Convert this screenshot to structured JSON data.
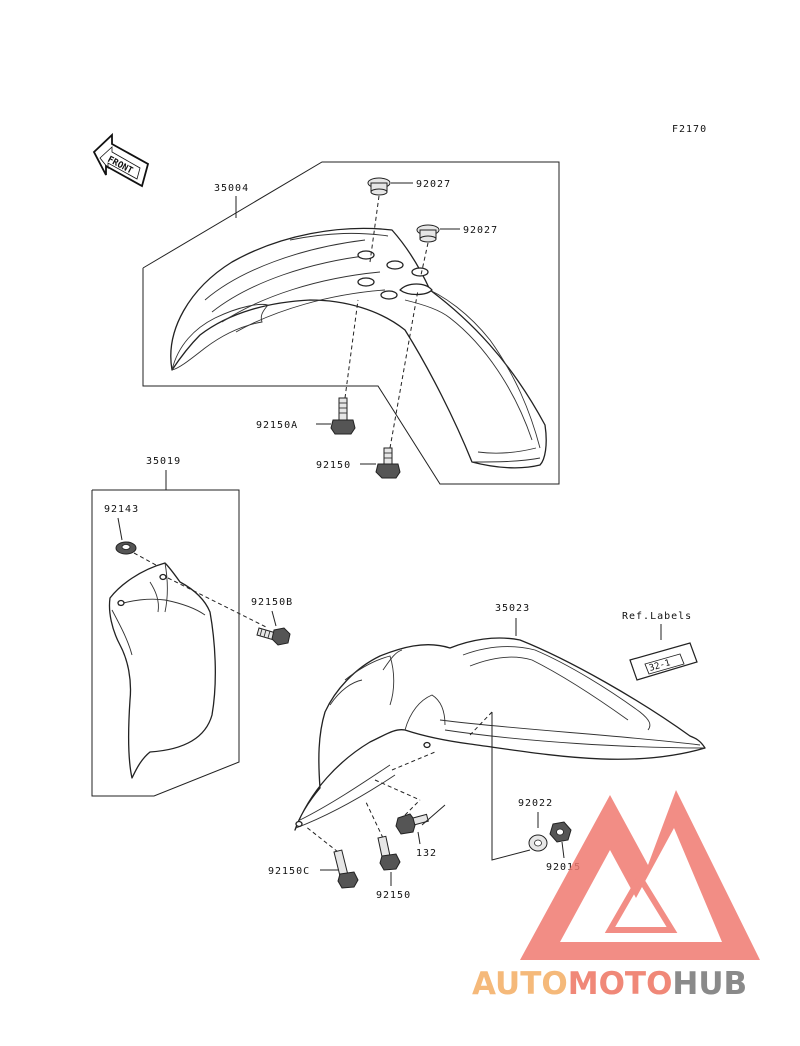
{
  "diagram": {
    "code": "F2170",
    "front_label": "FRONT",
    "ref_labels": "Ref.Labels",
    "ref_label_code": "32-1"
  },
  "parts": {
    "front_fender": "35004",
    "front_grommet_1": "92027",
    "front_grommet_2": "92027",
    "front_bolt_a": "92150A",
    "front_bolt": "92150",
    "side_cover": "35019",
    "side_collar": "92143",
    "side_bolt_b": "92150B",
    "rear_fender": "35023",
    "rear_washer": "92022",
    "rear_nut": "92015",
    "rear_bolt_132": "132",
    "rear_bolt_c": "92150C",
    "rear_bolt": "92150"
  },
  "watermark": {
    "auto": "AUTO",
    "moto": "MOTO",
    "hub": "HUB",
    "color_auto": "#f5b97a",
    "color_moto": "#f08878",
    "color_hub": "#8a8a8a",
    "color_logo": "#f07a70"
  }
}
